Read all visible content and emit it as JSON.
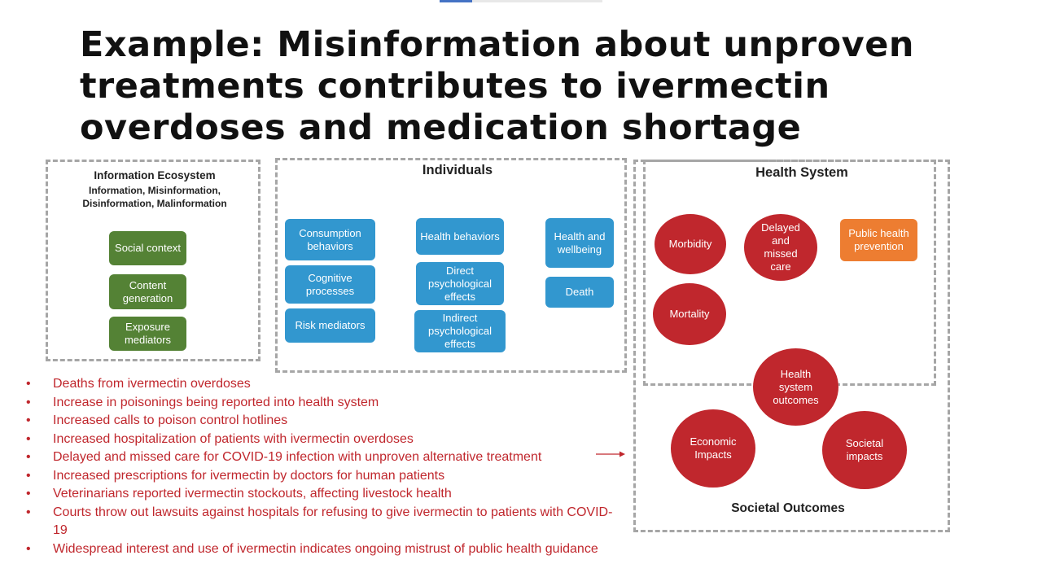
{
  "title": "Example: Misinformation about unproven treatments contributes to ivermectin overdoses and medication shortage",
  "info_ecosystem": {
    "heading": "Information Ecosystem",
    "subheading": "Information, Misinformation, Disinformation, Malinformation",
    "items": [
      "Social context",
      "Content generation",
      "Exposure mediators"
    ]
  },
  "individuals": {
    "heading": "Individuals",
    "col1": [
      "Consumption behaviors",
      "Cognitive processes",
      "Risk mediators"
    ],
    "col2": [
      "Health behaviors",
      "Direct psychological effects",
      "Indirect psychological effects"
    ],
    "col3": [
      "Health and wellbeing",
      "Death"
    ]
  },
  "health_system": {
    "heading": "Health System",
    "circles": [
      "Morbidity",
      "Delayed and missed care",
      "Mortality"
    ],
    "prevention": "Public health prevention"
  },
  "societal": {
    "heading": "Societal Outcomes",
    "circles": [
      "Health system outcomes",
      "Economic Impacts",
      "Societal impacts"
    ]
  },
  "bullets": [
    "Deaths from ivermectin overdoses",
    "Increase in poisonings being reported into health system",
    "Increased calls to poison control hotlines",
    "Increased hospitalization of patients with ivermectin overdoses",
    "Delayed and missed care for COVID-19 infection with unproven alternative treatment",
    "Increased prescriptions for ivermectin by doctors for human patients",
    "Veterinarians reported ivermectin stockouts, affecting livestock health",
    "Courts throw out lawsuits against hospitals for refusing to give ivermectin to patients with COVID-19",
    "Widespread interest and use of ivermectin indicates ongoing mistrust of public health guidance"
  ],
  "colors": {
    "green": "#548235",
    "blue": "#3297cf",
    "red": "#c0272d",
    "orange": "#ed7d31",
    "dash": "#a6a6a6"
  }
}
